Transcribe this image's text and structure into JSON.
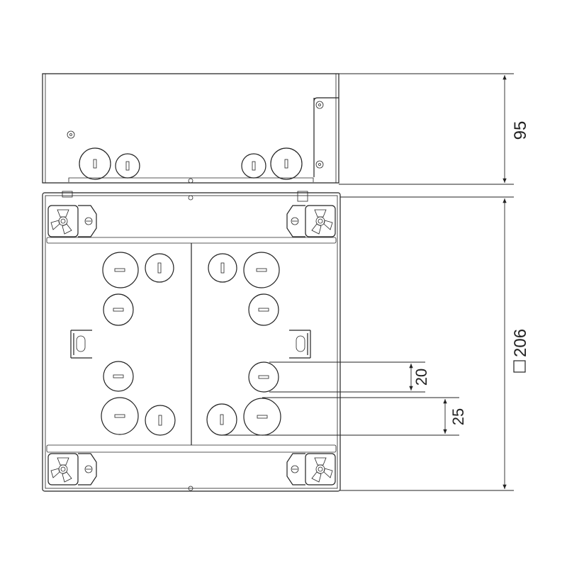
{
  "drawing": {
    "dimensions": {
      "height": "95",
      "square_symbol": "□",
      "size": "206",
      "spacing_small": "20",
      "spacing_large": "25"
    },
    "colors": {
      "line": "#222222",
      "background": "#ffffff"
    }
  }
}
